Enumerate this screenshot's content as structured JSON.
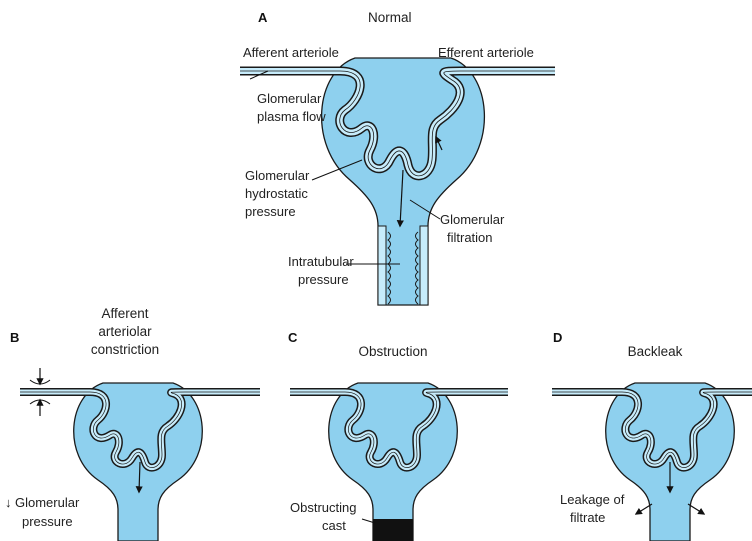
{
  "colors": {
    "fluid": "#8ed0ee",
    "vessel_light": "#c7ecfb",
    "outline": "#1a1a1a",
    "plug": "#111111"
  },
  "panel_a": {
    "letter": "A",
    "title": "Normal",
    "afferent": "Afferent arteriole",
    "efferent": "Efferent arteriole",
    "plasma_flow_1": "Glomerular",
    "plasma_flow_2": "plasma flow",
    "hydrostatic_1": "Glomerular",
    "hydrostatic_2": "hydrostatic",
    "hydrostatic_3": "pressure",
    "filtration_1": "Glomerular",
    "filtration_2": "filtration",
    "intratubular_1": "Intratubular",
    "intratubular_2": "pressure"
  },
  "panel_b": {
    "letter": "B",
    "title_1": "Afferent",
    "title_2": "arteriolar",
    "title_3": "constriction",
    "decrease_arrow": "↓",
    "pressure_1": "Glomerular",
    "pressure_2": "pressure"
  },
  "panel_c": {
    "letter": "C",
    "title": "Obstruction",
    "cast_1": "Obstructing",
    "cast_2": "cast"
  },
  "panel_d": {
    "letter": "D",
    "title": "Backleak",
    "leak_1": "Leakage of",
    "leak_2": "filtrate"
  }
}
